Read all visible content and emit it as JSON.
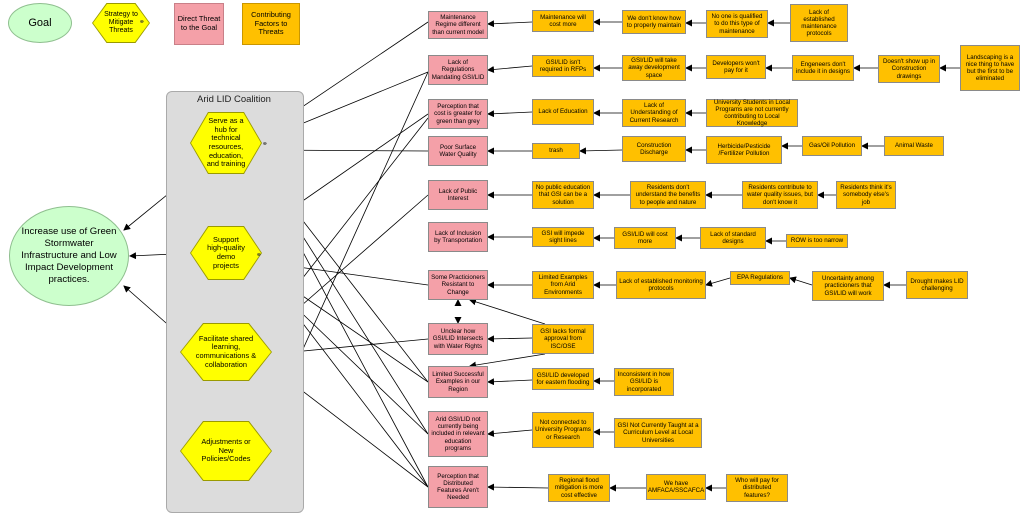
{
  "legend": {
    "goal": "Goal",
    "strategy": "Strategy to Mitigate Threats",
    "direct_threat": "Direct Threat to the Goal",
    "contributing": "Contributing Factors to Threats"
  },
  "coalition_title": "Arid LID Coalition",
  "goal_text": "Increase use of Green Stormwater Infrastructure and Low Impact Development practices.",
  "strategies": [
    "Serve as a hub for technical resources, education, and training",
    "Support high-quality demo projects",
    "Facilitate shared learning, communications & collaboration",
    "Adjustments or New Policies/Codes"
  ],
  "threats": [
    "Maintenance Regime different than current model",
    "Lack of Regulations Mandating GSI/LID",
    "Perception that cost is greater for green than grey",
    "Poor Surface Water Quality",
    "Lack of Public Interest",
    "Lack of Inclusion by Transportation",
    "Some Practicioners Resistant to Change",
    "Unclear how GSI/LID Intersects with Water Rights",
    "Limited Successful Examples in our Region",
    "Arid GSI/LID not currently being included in relevant education programs",
    "Perception that Distributed Features Aren't Needed"
  ],
  "factors": [
    "Maintenance will cost more",
    "We don't know how to properly maintain",
    "No one is qualified to do this type of maintenance",
    "Lack of established maintenance protocols",
    "GSI/LID isn't required in RFPs",
    "GSI/LID will take away development space",
    "Developers won't pay for it",
    "Engeneers don't include it in designs",
    "Doesn't show up in Construction drawings",
    "Landscaping is a nice thing to have but the first to be eliminated",
    "Lack of Education",
    "Lack of Understanding of Current Research",
    "University Students in Local Programs are not currently contributing to Local Knowledge",
    "trash",
    "Construction Discharge",
    "Herbicide/Pesticide /Fertilizer Pollution",
    "Gas/Oil Pollution",
    "Animal Waste",
    "No public education that GSI can be a solution",
    "Residents don't understand the benefits to people and nature",
    "Residents contribute to water quality issues, but don't know it",
    "Residents think it's somebody else's job",
    "GSI will impede sight lines",
    "GSI/LID will cost more",
    "Lack of standard designs",
    "ROW is too narrow",
    "Limited Examples from Arid Environments",
    "Lack of established monitoring protocols",
    "EPA Regulations",
    "Uncertainty among practicioners that GSI/LID will work",
    "Drought makes LID challenging",
    "GSI lacks formal approval from ISC/OSE",
    "GSI/LID developed for eastern flooding",
    "Inconsistent in how GSI/LID is incorporated",
    "Not connected to University Programs or Research",
    "GSI Not Currently Taught at a Curriculum Level at Local Universities",
    "Regional flood mitigation is more cost effective",
    "We have AMFACA/SSCAFCA",
    "Who will pay for distributed features?"
  ],
  "colors": {
    "threat": "#f4a0a8",
    "factor": "#ffc000",
    "strategy": "#ffff00",
    "goal": "#ccffcc",
    "coalition_panel": "#dcdcdc",
    "connector": "#000000"
  },
  "icons": {
    "link_glyph": "link-icon",
    "arrowhead": "arrowhead"
  }
}
